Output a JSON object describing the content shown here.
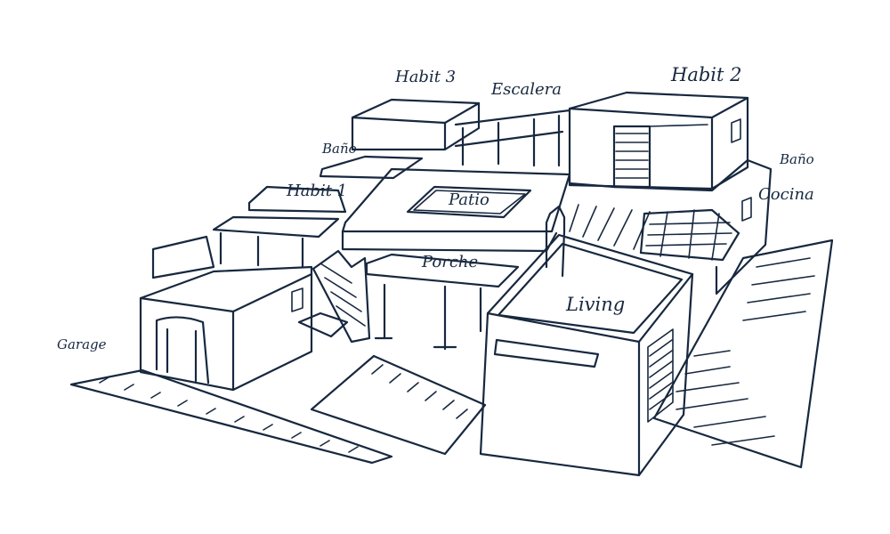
{
  "colors": {
    "ink": "#17283f",
    "paper": "#ffffff"
  },
  "labels": {
    "habit3": "Habit 3",
    "escalera": "Escalera",
    "habit2": "Habit 2",
    "bano_left": "Baño",
    "bano_right": "Baño",
    "habit1": "Habit 1",
    "patio": "Patio",
    "cocina": "Cocina",
    "porche": "Porche",
    "living": "Living",
    "garage": "Garage"
  }
}
